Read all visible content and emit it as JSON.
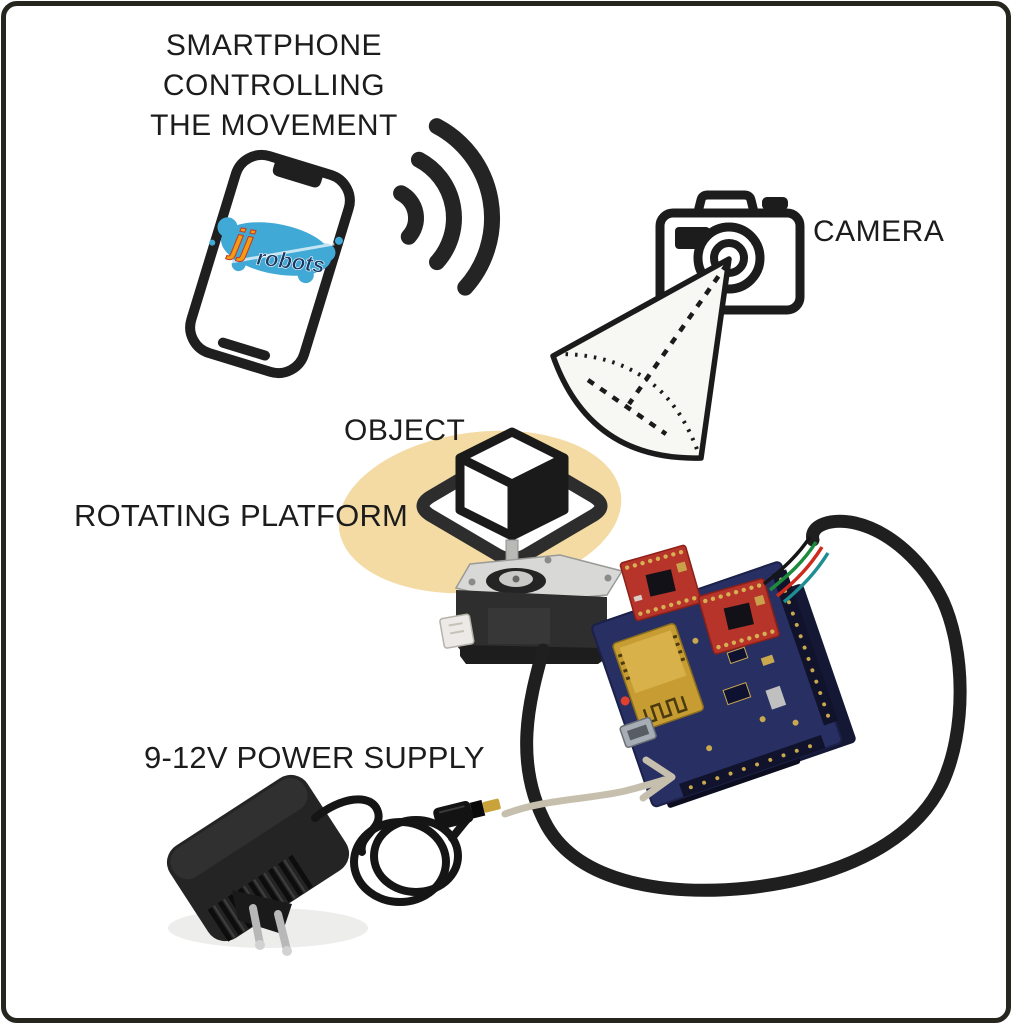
{
  "labels": {
    "smartphone": "SMARTPHONE\nCONTROLLING\nTHE MOVEMENT",
    "camera": "CAMERA",
    "object": "OBJECT",
    "rotating_platform": "ROTATING PLATFORM",
    "power_supply": "9-12V POWER SUPPLY"
  },
  "phone_screen": {
    "logo_jj": "jj",
    "logo_robots": "robots"
  },
  "colors": {
    "ink": "#222222",
    "text": "#1c1c1c",
    "highlight_ellipse": "#f3dba3",
    "pcb_navy": "#272f63",
    "driver_red": "#b6342a",
    "esp_gold": "#c79d33",
    "arrow_tan": "#c7bfad",
    "logo_blue": "#41a9d6",
    "logo_orange": "#f39c12",
    "logo_navy": "#173a66"
  }
}
